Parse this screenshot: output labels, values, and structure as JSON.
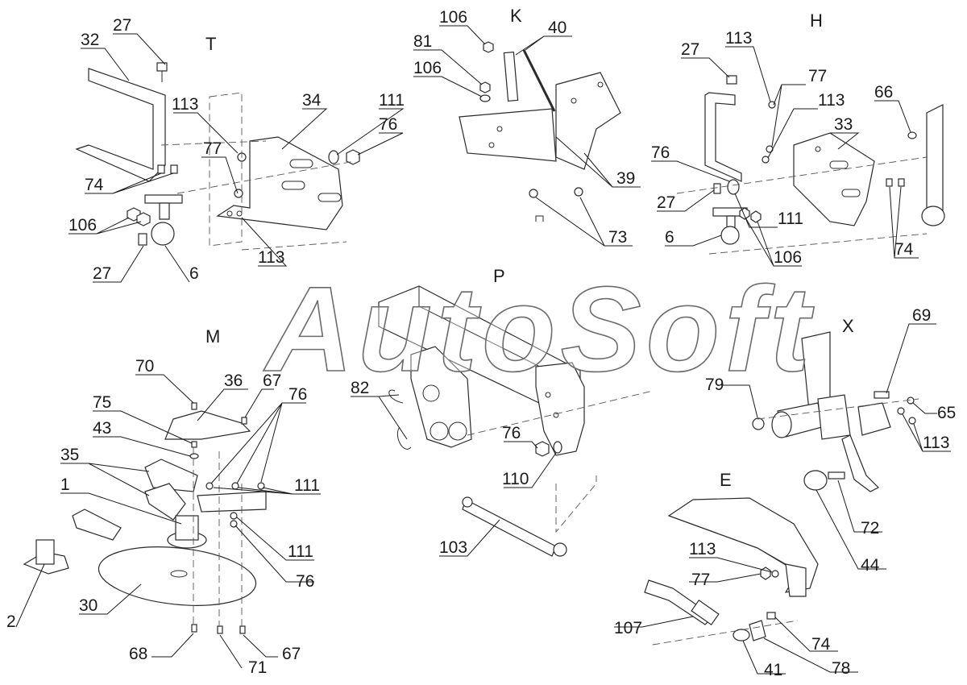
{
  "watermark": "AutoSoft",
  "sections": {
    "T": "T",
    "K": "K",
    "H": "H",
    "P": "P",
    "M": "M",
    "X": "X",
    "E": "E"
  },
  "callouts": {
    "t_27a": "27",
    "t_32": "32",
    "t_113a": "113",
    "t_34": "34",
    "t_111": "111",
    "t_76": "76",
    "t_77": "77",
    "t_74": "74",
    "t_106": "106",
    "t_27b": "27",
    "t_6": "6",
    "t_113b": "113",
    "k_106a": "106",
    "k_81": "81",
    "k_106b": "106",
    "k_40": "40",
    "k_39": "39",
    "k_73": "73",
    "h_27a": "27",
    "h_113a": "113",
    "h_77": "77",
    "h_113b": "113",
    "h_66": "66",
    "h_33": "33",
    "h_76": "76",
    "h_27b": "27",
    "h_111": "111",
    "h_6": "6",
    "h_106": "106",
    "h_74": "74",
    "m_70": "70",
    "m_36": "36",
    "m_67a": "67",
    "m_75": "75",
    "m_43": "43",
    "m_76a": "76",
    "m_35": "35",
    "m_111a": "111",
    "m_1": "1",
    "m_111b": "111",
    "m_76b": "76",
    "m_2": "2",
    "m_30": "30",
    "m_68": "68",
    "m_71": "71",
    "m_67b": "67",
    "p_82": "82",
    "p_76": "76",
    "p_110": "110",
    "p_103": "103",
    "x_69": "69",
    "x_79": "79",
    "x_65": "65",
    "x_113": "113",
    "x_72": "72",
    "x_44": "44",
    "e_113": "113",
    "e_77": "77",
    "e_107": "107",
    "e_74": "74",
    "e_41": "41",
    "e_78": "78"
  }
}
